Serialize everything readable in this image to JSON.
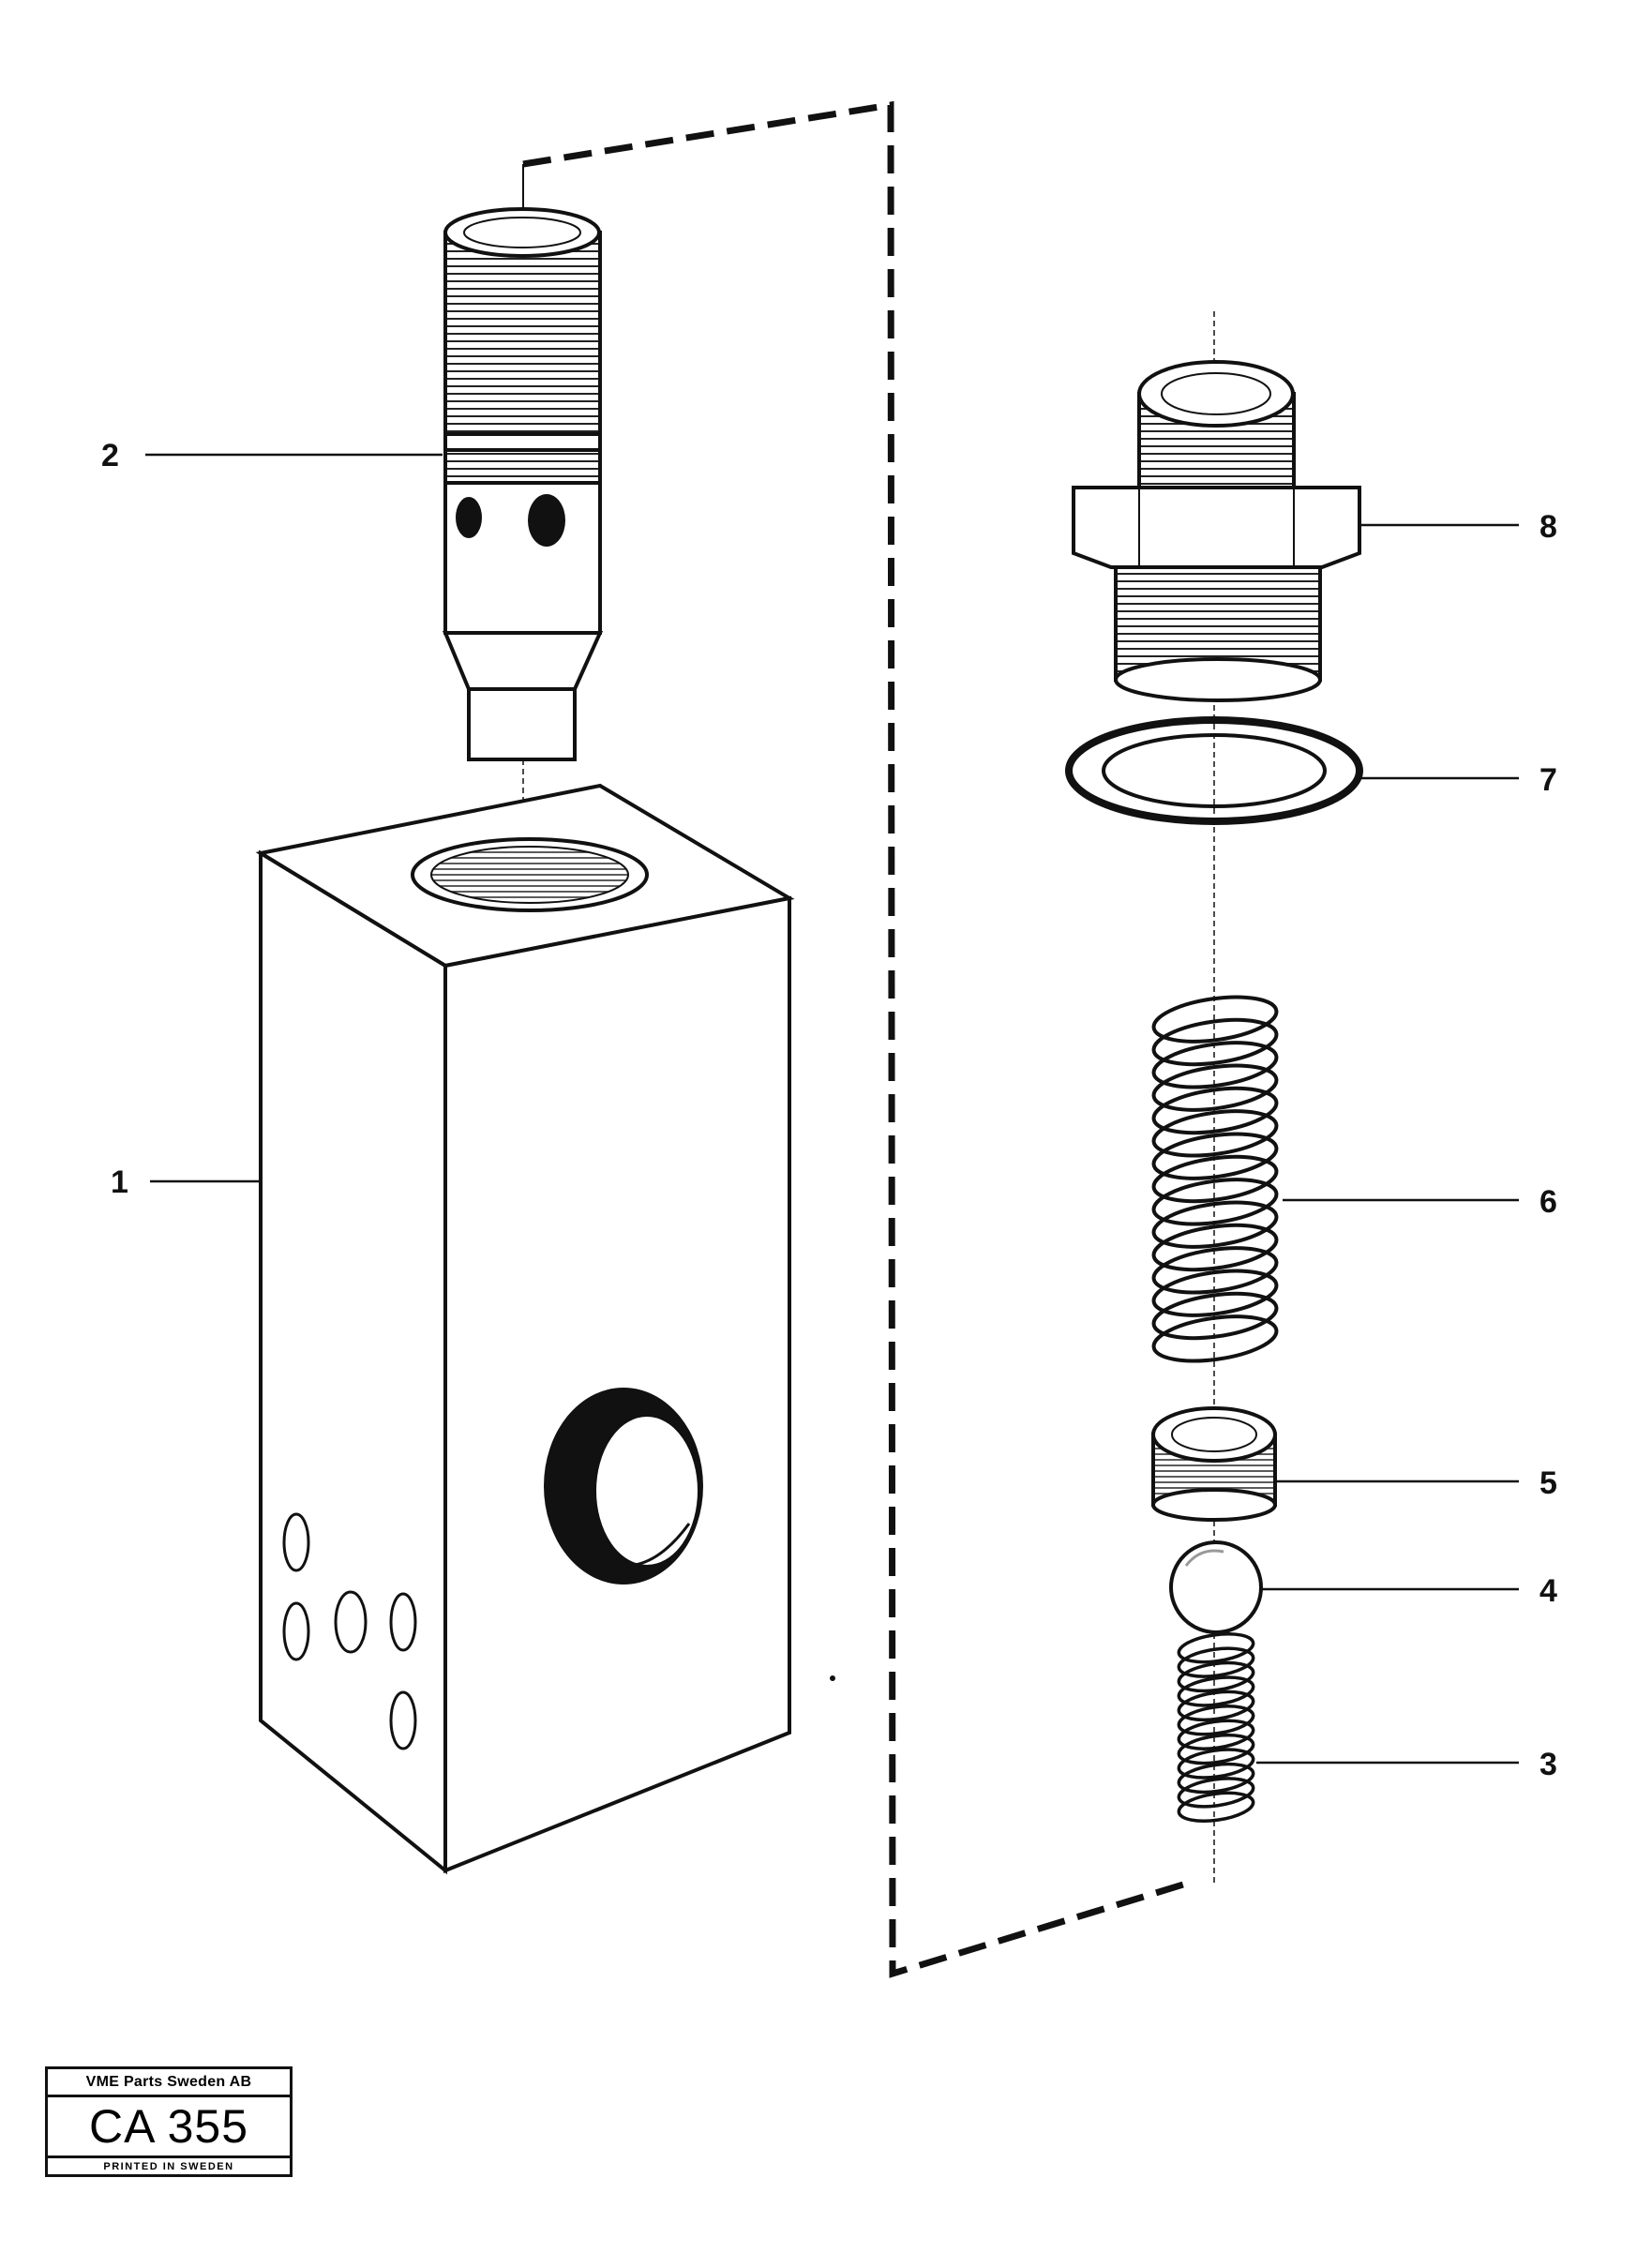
{
  "callouts": [
    {
      "id": "1",
      "label": "1"
    },
    {
      "id": "2",
      "label": "2"
    },
    {
      "id": "3",
      "label": "3"
    },
    {
      "id": "4",
      "label": "4"
    },
    {
      "id": "5",
      "label": "5"
    },
    {
      "id": "6",
      "label": "6"
    },
    {
      "id": "7",
      "label": "7"
    },
    {
      "id": "8",
      "label": "8"
    }
  ],
  "stamp": {
    "company": "VME Parts Sweden AB",
    "code": "CA 355",
    "printed": "PRINTED IN SWEDEN"
  },
  "colors": {
    "ink": "#111111",
    "paper": "#ffffff",
    "shade": "#cfcfcf"
  }
}
